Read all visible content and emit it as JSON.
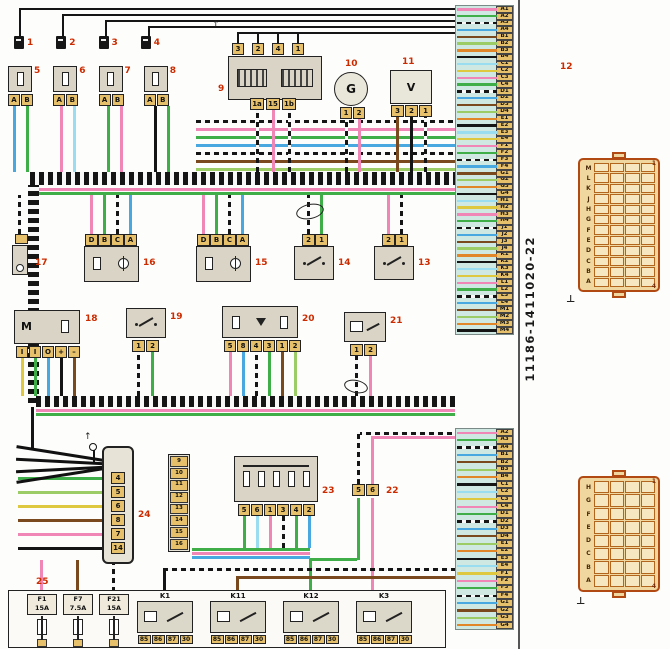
{
  "symbols": {
    "ground": "⊥",
    "arrow": "↑"
  },
  "colors": {
    "pink": "#ef86b5",
    "green": "#3fae49",
    "lightgreen": "#9ccc65",
    "blue": "#4aa8e0",
    "lightblue": "#9adcf0",
    "brown": "#7a4a1e",
    "yellow": "#ddc83f",
    "orange": "#e2862a",
    "black": "#151515",
    "gray": "#9e9e9e",
    "dark": "#555555",
    "ecu_strip": "#cfe9e2",
    "connector_tan": "#f0d7a0",
    "connector_border": "#b14a12",
    "component_fill": "#d9d4c5",
    "pin_fill": "#e6c06a",
    "number_red": "#cc2b00"
  },
  "top_connectors": [
    {
      "num": "1"
    },
    {
      "num": "2"
    },
    {
      "num": "3"
    },
    {
      "num": "4"
    }
  ],
  "sensors": [
    {
      "num": "5",
      "pins": [
        "A",
        "B"
      ]
    },
    {
      "num": "6",
      "pins": [
        "A",
        "B"
      ]
    },
    {
      "num": "7",
      "pins": [
        "A",
        "B"
      ]
    },
    {
      "num": "8",
      "pins": [
        "A",
        "B"
      ]
    }
  ],
  "ignition": {
    "num": "9",
    "top_pins": [
      "3",
      "2",
      "4",
      "1"
    ],
    "bottom_pins": [
      "1a",
      "15",
      "1b"
    ]
  },
  "generator": {
    "num": "10",
    "label": "G",
    "pins": [
      "1",
      "2"
    ]
  },
  "voltmeter": {
    "num": "11",
    "label": "V",
    "pins": [
      "3",
      "2",
      "1"
    ]
  },
  "ecu": {
    "num": "12",
    "part_number": "11186-1411020-22",
    "top_pins": [
      "A1",
      "A2",
      "A3",
      "A4",
      "B1",
      "B2",
      "B3",
      "B4",
      "C1",
      "C2",
      "C3",
      "C4",
      "D1",
      "D2",
      "D3",
      "D4",
      "E1",
      "E2",
      "E3",
      "E4",
      "F1",
      "F2",
      "F3",
      "F4",
      "G1",
      "G2",
      "G3",
      "G4",
      "H1",
      "H2",
      "H3",
      "H4",
      "J1",
      "J2",
      "J3",
      "J4",
      "K1",
      "K2",
      "K3",
      "K4",
      "L1",
      "L2",
      "L3",
      "L4",
      "M1",
      "M2",
      "M3",
      "M4"
    ],
    "bottom_pins": [
      "A2",
      "A3",
      "A4",
      "B1",
      "B2",
      "B3",
      "B4",
      "C1",
      "C2",
      "C3",
      "C4",
      "D1",
      "D2",
      "D3",
      "D4",
      "E1",
      "E2",
      "E3",
      "E4",
      "F1",
      "F2",
      "F3",
      "F4",
      "G1",
      "G2",
      "G3",
      "G4"
    ]
  },
  "relay13": {
    "num": "13",
    "pins": [
      "2",
      "1"
    ]
  },
  "relay14": {
    "num": "14",
    "pins": [
      "2",
      "1"
    ]
  },
  "sensor15": {
    "num": "15",
    "pins": [
      "D",
      "B",
      "C",
      "A"
    ]
  },
  "sensor16": {
    "num": "16",
    "pins": [
      "D",
      "B",
      "C",
      "A"
    ]
  },
  "sensor17": {
    "num": "17"
  },
  "motor18": {
    "num": "18",
    "label": "M",
    "pins": [
      "I",
      "I",
      "O",
      "+",
      "–"
    ]
  },
  "switch19": {
    "num": "19",
    "pins": [
      "1",
      "2"
    ]
  },
  "module20": {
    "num": "20",
    "pins": [
      "5",
      "8",
      "4",
      "3",
      "1",
      "2"
    ]
  },
  "relay21": {
    "num": "21",
    "pins": [
      "1",
      "2"
    ]
  },
  "conn22": {
    "num": "22",
    "pins": [
      "5",
      "6"
    ]
  },
  "block23": {
    "num": "23",
    "pins": [
      "5",
      "6",
      "1",
      "3",
      "4",
      "2"
    ]
  },
  "conn24": {
    "num": "24",
    "pins": [
      "4",
      "5",
      "6",
      "8",
      "7",
      "14"
    ]
  },
  "side_connector": {
    "pins": [
      "9",
      "10",
      "11",
      "12",
      "13",
      "14",
      "15",
      "16"
    ]
  },
  "edge_connector_1": {
    "letters": [
      "M",
      "L",
      "K",
      "J",
      "H",
      "G",
      "F",
      "E",
      "D",
      "C",
      "B",
      "A"
    ],
    "corner_top": "1",
    "corner_bottom": "4"
  },
  "edge_connector_2": {
    "letters": [
      "H",
      "G",
      "F",
      "E",
      "D",
      "C",
      "B",
      "A"
    ],
    "corner_top": "1",
    "corner_bottom": "4"
  },
  "fusebox": {
    "num": "25",
    "fuses": [
      {
        "name": "F1",
        "rating": "15A"
      },
      {
        "name": "F7",
        "rating": "7.5A"
      },
      {
        "name": "F21",
        "rating": "15A"
      }
    ],
    "relays": [
      {
        "name": "K1",
        "pins": [
          "85",
          "86",
          "87",
          "30"
        ]
      },
      {
        "name": "K11",
        "pins": [
          "85",
          "86",
          "87",
          "30"
        ]
      },
      {
        "name": "K12",
        "pins": [
          "85",
          "86",
          "87",
          "30"
        ]
      },
      {
        "name": "K3",
        "pins": [
          "85",
          "86",
          "87",
          "30"
        ]
      }
    ]
  }
}
